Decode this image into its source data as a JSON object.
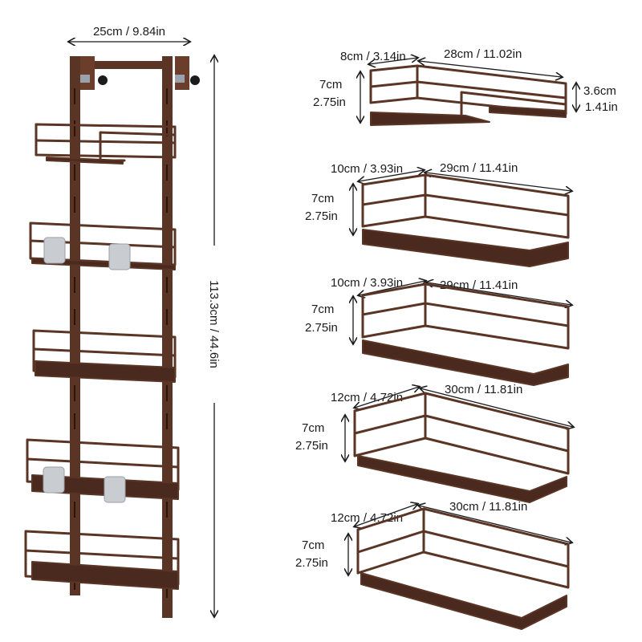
{
  "colors": {
    "metal": "#5a3424",
    "metal_dark": "#3b2018",
    "hook": "#c9ccd0",
    "text": "#1a1a1a"
  },
  "rack": {
    "width_label": "25cm / 9.84in",
    "height_label": "113.3cm / 44.6in"
  },
  "baskets": [
    {
      "depth": "8cm / 3.14in",
      "length": "28cm / 11.02in",
      "height_cm": "7cm",
      "height_in": "2.75in",
      "extra_cm": "3.6cm",
      "extra_in": "1.41in"
    },
    {
      "depth": "10cm / 3.93in",
      "length": "29cm / 11.41in",
      "height_cm": "7cm",
      "height_in": "2.75in"
    },
    {
      "depth": "10cm / 3.93in",
      "length": "29cm / 11.41in",
      "height_cm": "7cm",
      "height_in": "2.75in"
    },
    {
      "depth": "12cm / 4.72in",
      "length": "30cm / 11.81in",
      "height_cm": "7cm",
      "height_in": "2.75in"
    },
    {
      "depth": "12cm / 4.72in",
      "length": "30cm / 11.81in",
      "height_cm": "7cm",
      "height_in": "2.75in"
    }
  ]
}
